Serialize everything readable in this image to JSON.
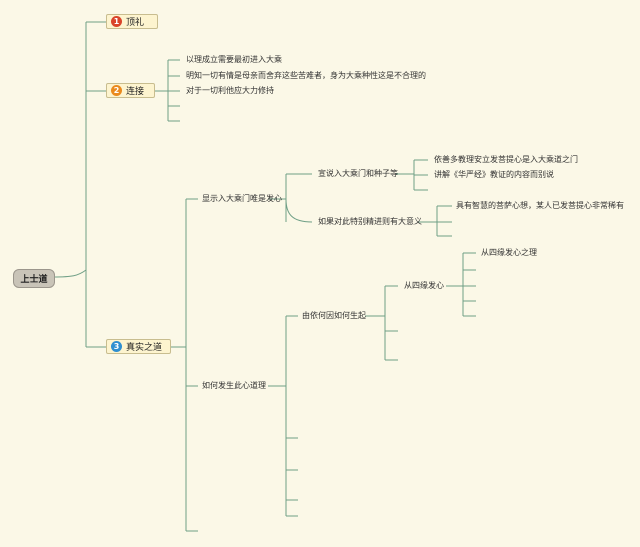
{
  "root": {
    "label": "上士道"
  },
  "topics": [
    {
      "num": "1",
      "label": "顶礼",
      "color": "#d9442a"
    },
    {
      "num": "2",
      "label": "连接",
      "color": "#ea8a1e"
    },
    {
      "num": "3",
      "label": "真实之道",
      "color": "#2f8fd0"
    }
  ],
  "lianjie": {
    "items": [
      "以理成立需要最初进入大乘",
      "明知一切有情是母亲而舍弃这些苦难者，身为大乘种性这是不合理的",
      "对于一切利他应大力修持"
    ]
  },
  "zhenshi": {
    "b1": {
      "label": "显示入大乘门唯是发心",
      "c1": {
        "label": "宣说入大乘门和种子等",
        "items": [
          "依善多教理安立发菩提心是入大乘道之门",
          "讲解《华严经》教证的内容而别说"
        ]
      },
      "c2": {
        "label": "如果对此特别精进则有大意义",
        "items": [
          "具有智慧的菩萨心想，某人已发菩提心非常稀有"
        ]
      }
    },
    "b2": {
      "label": "如何发生此心道理",
      "c1": {
        "label": "由依何因如何生起",
        "d1": {
          "label": "从四缘发心",
          "items": [
            "从四缘发心之理"
          ]
        }
      }
    }
  }
}
